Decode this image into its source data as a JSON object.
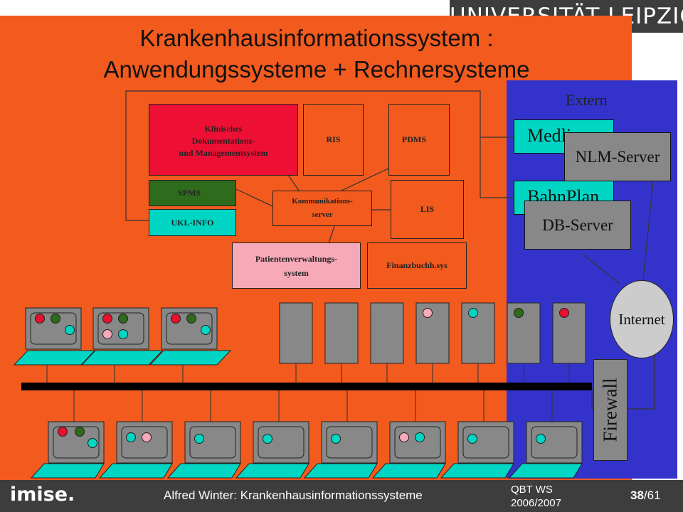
{
  "header": {
    "university": "UNIVERSITÄT LEIPZIG",
    "title_line1": "Krankenhausinformationssystem :",
    "title_line2": "Anwendungssysteme + Rechnersysteme"
  },
  "systems": {
    "kdms": [
      "Klinisches",
      "Dokumentations-",
      "und Managementsystem"
    ],
    "ris": "RIS",
    "pdms": "PDMS",
    "spms": "SPMS",
    "ukl_info": "UKL-INFO",
    "komm": [
      "Kommunikations-",
      "server"
    ],
    "lis": "LIS",
    "pvs": [
      "Patientenverwaltungs-",
      "system"
    ],
    "fibu": "Finanzbuchh.sys"
  },
  "external": {
    "label": "Extern",
    "medline": "Medline",
    "bahnplan": "BahnPlan",
    "nlm_server": "NLM-Server",
    "db_server": "DB-Server",
    "internet": "Internet",
    "firewall": "Firewall"
  },
  "colors": {
    "background": "#f25a1e",
    "extern_zone": "#3333cc",
    "kdms": "#ee0f35",
    "spms": "#2e6b1c",
    "teal": "#00d6c3",
    "pink": "#f6a9b8",
    "gray": "#888888",
    "bus": "#000000",
    "dot_red": "#e8102e",
    "dot_green": "#2e6b1c",
    "dot_teal": "#00d6c3",
    "dot_pink": "#f6a9b8"
  },
  "workstations_top": [
    {
      "dots": [
        "red",
        "green",
        "teal"
      ]
    },
    {
      "dots": [
        "red",
        "green",
        "pink",
        "teal"
      ]
    },
    {
      "dots": [
        "red",
        "green",
        "teal"
      ]
    }
  ],
  "servers_row": [
    {
      "dots": []
    },
    {
      "dots": []
    },
    {
      "dots": []
    },
    {
      "dots": [
        "pink"
      ]
    },
    {
      "dots": [
        "teal"
      ]
    },
    {
      "dots": [
        "green"
      ]
    },
    {
      "dots": [
        "red"
      ]
    }
  ],
  "workstations_bottom": [
    {
      "dots": [
        "red",
        "green",
        "teal"
      ]
    },
    {
      "dots": [
        "teal",
        "pink"
      ]
    },
    {
      "dots": [
        "teal"
      ]
    },
    {
      "dots": [
        "teal"
      ]
    },
    {
      "dots": [
        "teal"
      ]
    },
    {
      "dots": [
        "pink",
        "teal"
      ]
    },
    {
      "dots": [
        "teal"
      ]
    },
    {
      "dots": [
        "teal"
      ]
    }
  ],
  "footer": {
    "logo": "imise.",
    "author": "Alfred Winter: Krankenhausinformationssysteme",
    "course": [
      "QBT WS",
      "2006/2007"
    ],
    "page_current": "38",
    "page_total": "/61"
  }
}
